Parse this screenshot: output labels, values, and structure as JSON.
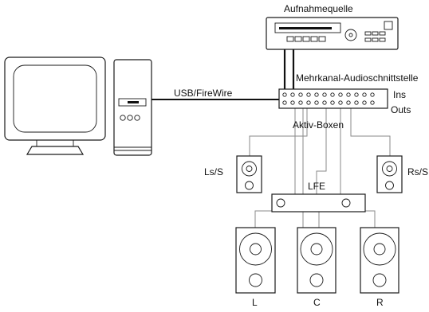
{
  "labels": {
    "recording_source": "Aufnahmequelle",
    "multichannel_interface": "Mehrkanal-Audioschnittstelle",
    "connection": "USB/FireWire",
    "ins": "Ins",
    "outs": "Outs",
    "active_speakers": "Aktiv-Boxen",
    "left_surround": "Ls/S",
    "right_surround": "Rs/S",
    "lfe": "LFE",
    "left": "L",
    "center": "C",
    "right": "R"
  }
}
